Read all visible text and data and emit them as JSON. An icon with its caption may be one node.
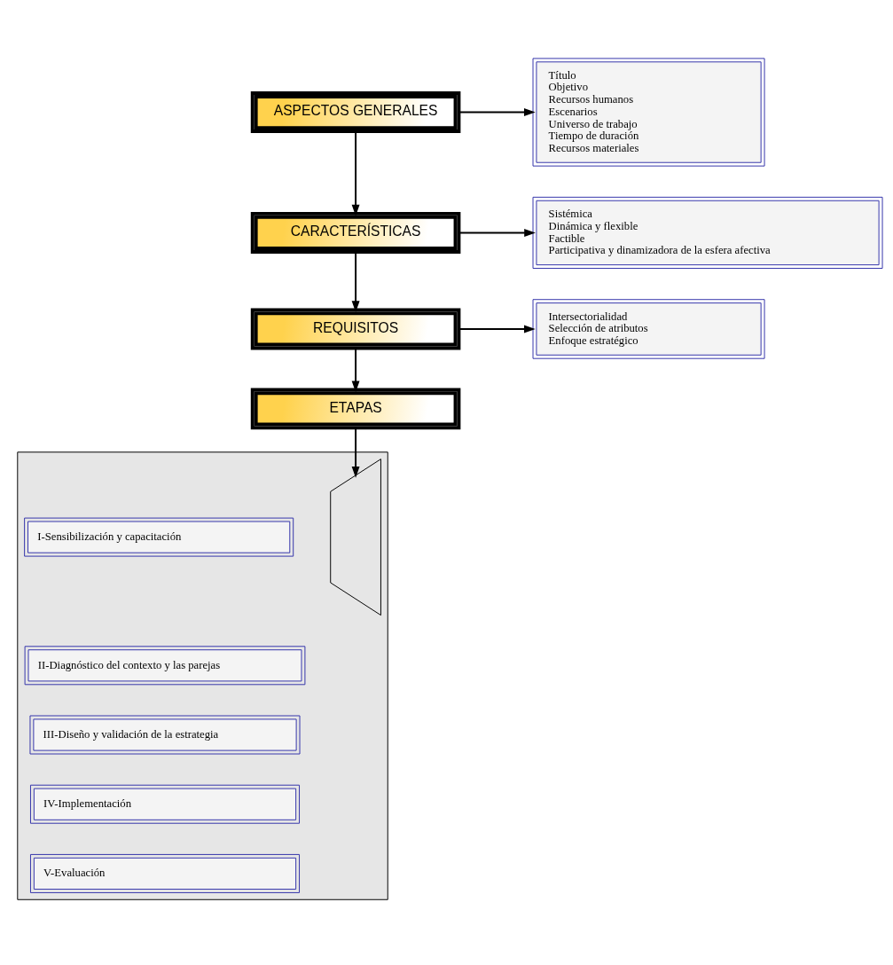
{
  "diagram": {
    "nodes": [
      {
        "text": [
          "ASPECTOS GENERALES"
        ]
      },
      {
        "text": [
          "Título",
          "Objetivo",
          "Recursos humanos",
          "Escenarios",
          "Universo de trabajo",
          "Tiempo de duración",
          "Recursos materiales"
        ]
      },
      {
        "text": [
          "CARACTERÍSTICAS"
        ]
      },
      {
        "text": [
          "Sistémica",
          "Dinámica y flexible",
          "Factible",
          "Participativa y dinamizadora de la esfera afectiva"
        ]
      },
      {
        "text": [
          "REQUISITOS"
        ]
      },
      {
        "text": [
          "Intersectorialidad",
          "Selección de atributos",
          "Enfoque estratégico"
        ]
      },
      {
        "text": [
          "ETAPAS"
        ]
      },
      {
        "text": [],
        "shape": "trapezoid"
      },
      {
        "text": [
          "I-Sensibilización y capacitación"
        ],
        "in": 7
      },
      {
        "text": [
          "II-Diagnóstico del contexto y las parejas"
        ],
        "in": 7
      },
      {
        "text": [
          "III-Diseño y validación de la estrategia"
        ],
        "in": 7
      },
      {
        "text": [
          "IV-Implementación"
        ],
        "in": 7
      },
      {
        "text": [
          "V-Evaluación"
        ],
        "in": 7
      }
    ],
    "edges": [
      {
        "from": 0,
        "to": 1,
        "arrow": "to"
      },
      {
        "from": 0,
        "to": 2,
        "arrow": "to"
      },
      {
        "from": 2,
        "to": 3,
        "arrow": "to"
      },
      {
        "from": 2,
        "to": 4,
        "arrow": "to"
      },
      {
        "from": 4,
        "to": 5,
        "arrow": "to"
      },
      {
        "from": 4,
        "to": 6,
        "arrow": "to"
      },
      {
        "from": 6,
        "to": 7,
        "arrow": "to"
      }
    ]
  }
}
